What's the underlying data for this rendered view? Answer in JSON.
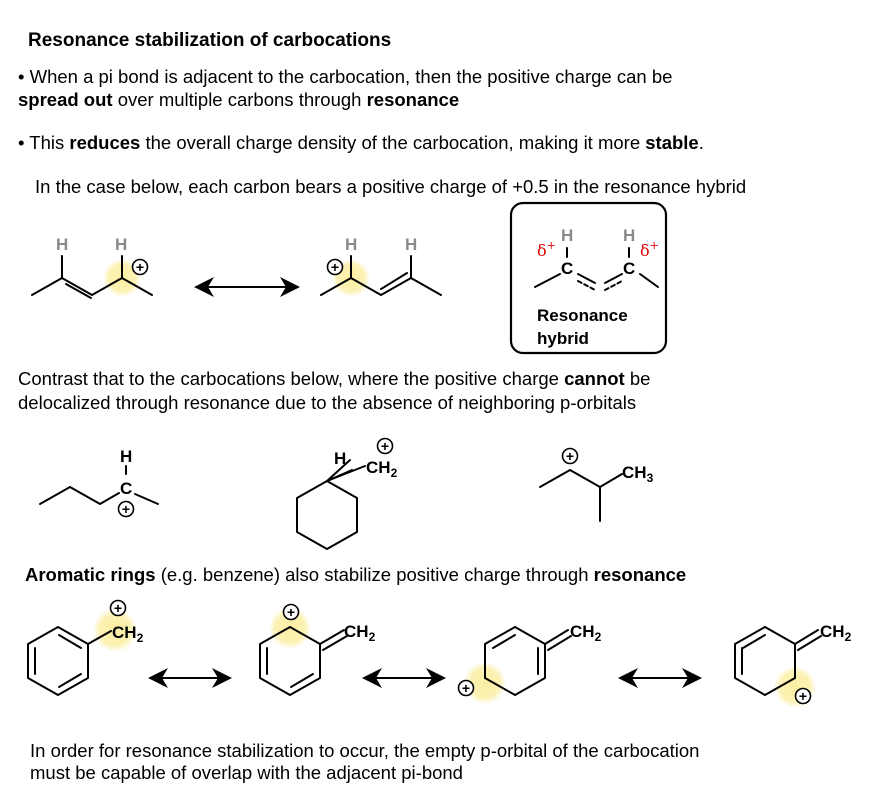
{
  "title": "Resonance stabilization of carbocations",
  "p1": {
    "a": "• When a pi bond is adjacent to the carbocation, then the positive charge can be",
    "b_bold1": "spread out",
    "b_mid": " over multiple carbons through ",
    "b_bold2": "resonance"
  },
  "p2": {
    "a": "• This ",
    "bold1": "reduces",
    "mid": " the overall charge density of the carbocation, making it more ",
    "bold2": "stable",
    "end": "."
  },
  "p3": "In the case below, each carbon bears a positive charge of +0.5 in the resonance hybrid",
  "hybrid": {
    "label1": "Resonance",
    "label2": "hybrid",
    "delta": "δ",
    "delta_sup": "+",
    "c": "C"
  },
  "p4": {
    "a_pre": "Contrast that to the carbocations below, where the positive charge ",
    "a_bold": "cannot",
    "a_post": " be",
    "b": "delocalized through resonance due to the absence of neighboring p-orbitals"
  },
  "p5": {
    "bold1": "Aromatic rings",
    "mid": " (e.g. benzene) also stabilize positive charge through ",
    "bold2": "resonance"
  },
  "p6": {
    "a": "In order for resonance stabilization to occur, the empty p-orbital of the carbocation",
    "b": "must be capable of overlap with the adjacent pi-bond"
  },
  "atoms": {
    "H": "H",
    "C": "C",
    "CH": "CH",
    "sub2": "2",
    "sub3": "3",
    "plus": "+"
  },
  "colors": {
    "glow": "#fbeea0",
    "delta": "#e00000",
    "h_gray": "#8a8a8a"
  }
}
